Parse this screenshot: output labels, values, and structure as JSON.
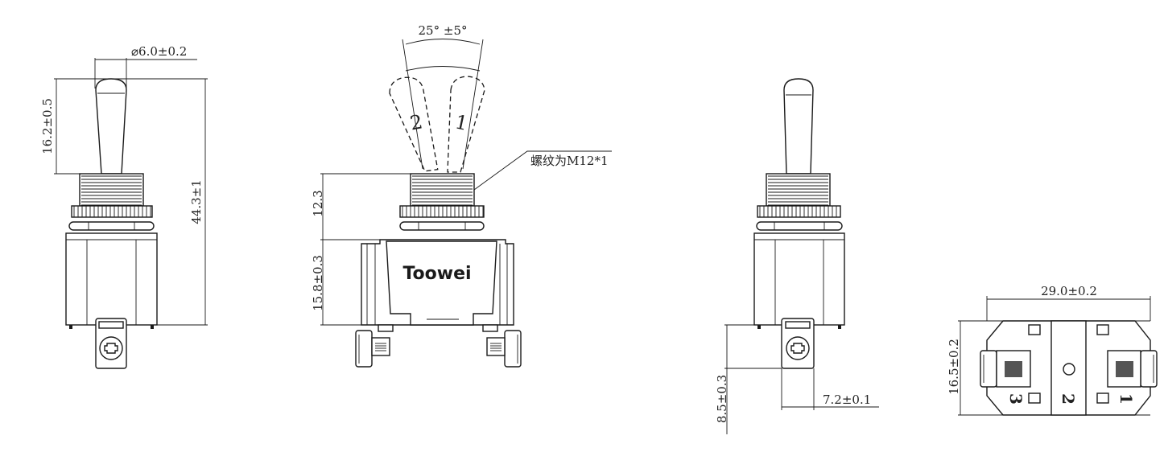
{
  "brand": "Toowei",
  "thread_note": "螺纹为M12*1",
  "position_labels": {
    "left": "2",
    "right": "1"
  },
  "terminal_numbers": [
    "3",
    "2",
    "1"
  ],
  "dimensions": {
    "shaft_diameter": "⌀6.0±0.2",
    "lever_height": "16.2±0.5",
    "overall_height": "44.3±1",
    "throw_angle": "25° ±5°",
    "bushing_height": "12.3",
    "body_height": "15.8±0.3",
    "terminal_offset": "8.5±0.3",
    "terminal_width": "7.2±0.1",
    "base_length": "29.0±0.2",
    "base_width": "16.5±0.2"
  }
}
